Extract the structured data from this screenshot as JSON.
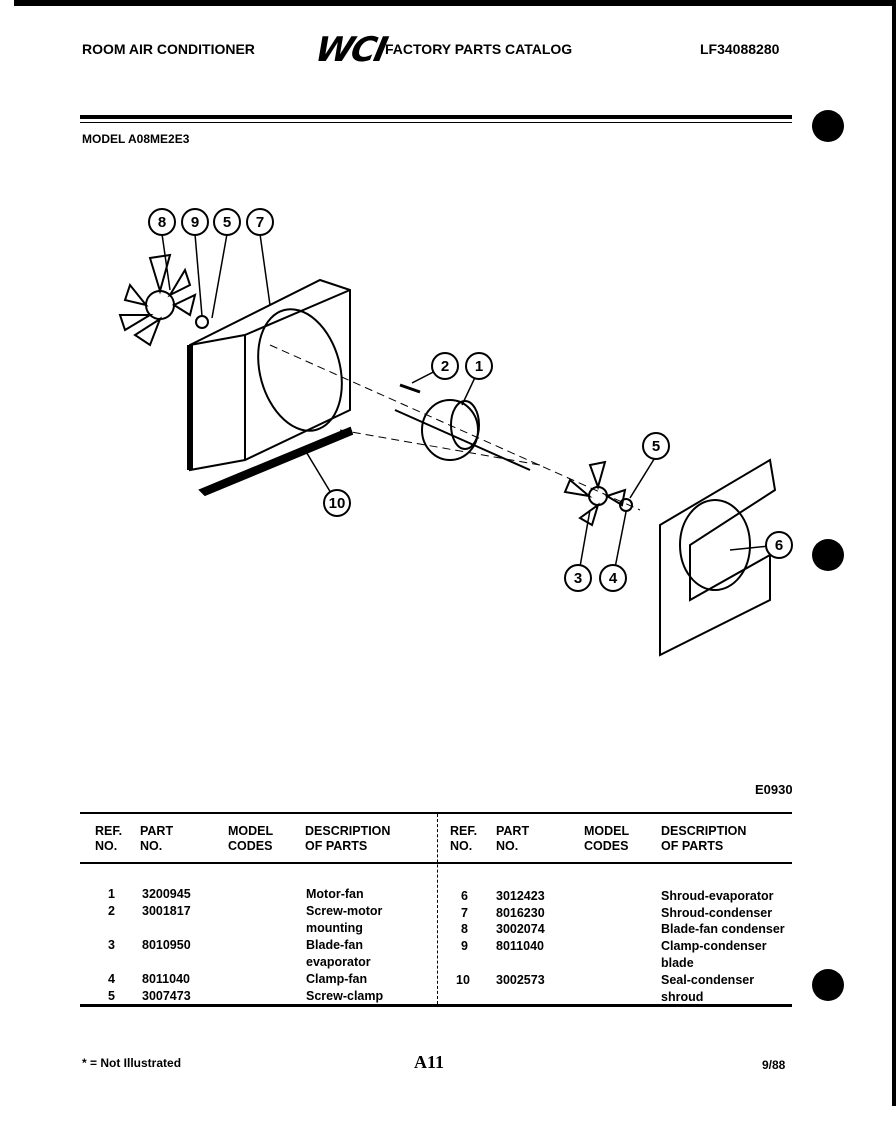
{
  "header": {
    "left_title": "ROOM AIR CONDITIONER",
    "logo": "WCI",
    "center_title": "FACTORY PARTS CATALOG",
    "catalog_number": "LF34088280",
    "model": "MODEL A08ME2E3"
  },
  "diagram": {
    "callouts": [
      "8",
      "9",
      "5",
      "7",
      "2",
      "1",
      "10",
      "5",
      "6",
      "3",
      "4"
    ],
    "code": "E0930"
  },
  "table": {
    "headers": {
      "ref": "REF.\nNO.",
      "part": "PART\nNO.",
      "model": "MODEL\nCODES",
      "desc": "DESCRIPTION\nOF PARTS"
    },
    "left_rows": [
      {
        "ref": "1",
        "part": "3200945",
        "desc": "Motor-fan"
      },
      {
        "ref": "2",
        "part": "3001817",
        "desc": "Screw-motor\nmounting"
      },
      {
        "ref": "3",
        "part": "8010950",
        "desc": "Blade-fan\nevaporator"
      },
      {
        "ref": "4",
        "part": "8011040",
        "desc": "Clamp-fan"
      },
      {
        "ref": "5",
        "part": "3007473",
        "desc": "Screw-clamp"
      }
    ],
    "right_rows": [
      {
        "ref": "6",
        "part": "3012423",
        "desc": "Shroud-evaporator"
      },
      {
        "ref": "7",
        "part": "8016230",
        "desc": "Shroud-condenser"
      },
      {
        "ref": "8",
        "part": "3002074",
        "desc": "Blade-fan condenser"
      },
      {
        "ref": "9",
        "part": "8011040",
        "desc": "Clamp-condenser\nblade"
      },
      {
        "ref": "10",
        "part": "3002573",
        "desc": "Seal-condenser\nshroud"
      }
    ]
  },
  "footer": {
    "note": "* = Not Illustrated",
    "page": "A11",
    "date": "9/88"
  }
}
